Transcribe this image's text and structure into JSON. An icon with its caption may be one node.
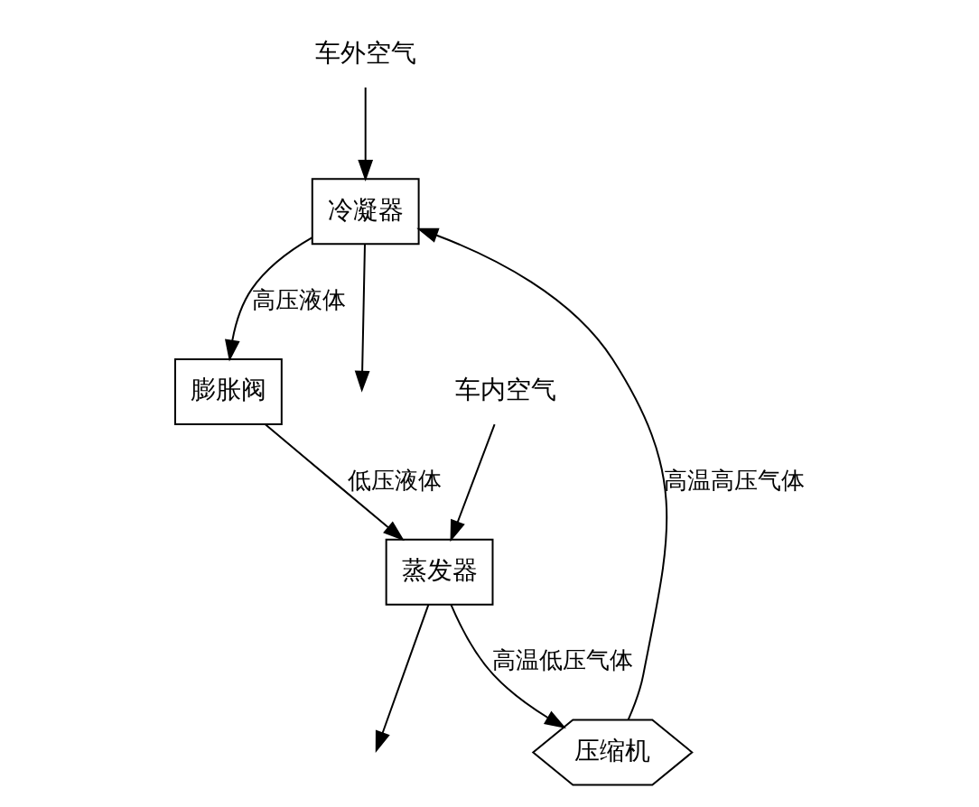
{
  "diagram": {
    "nodes": [
      {
        "text": [
          "车外空气"
        ]
      },
      {
        "text": [
          "冷凝器"
        ]
      },
      {
        "text": [
          "压缩机"
        ]
      },
      {
        "text": [
          "车内空气"
        ]
      },
      {
        "text": [
          "蒸发器"
        ]
      },
      {
        "text": [
          "膨胀阀"
        ]
      }
    ],
    "edges": [
      {
        "from": 0,
        "to": 1,
        "arrow": "to"
      },
      {
        "from": 1,
        "to": null,
        "arrow": "to"
      },
      {
        "from": 3,
        "to": 4,
        "arrow": "to"
      },
      {
        "from": 4,
        "to": null,
        "arrow": "to"
      },
      {
        "from": 2,
        "to": 1,
        "arrow": "to",
        "label": "高温高压气体"
      },
      {
        "from": 1,
        "to": 5,
        "arrow": "to",
        "label": "高压液体"
      },
      {
        "from": 5,
        "to": 4,
        "arrow": "to",
        "label": "低压液体"
      },
      {
        "from": 4,
        "to": 2,
        "arrow": "to",
        "label": "高温低压气体"
      }
    ]
  }
}
